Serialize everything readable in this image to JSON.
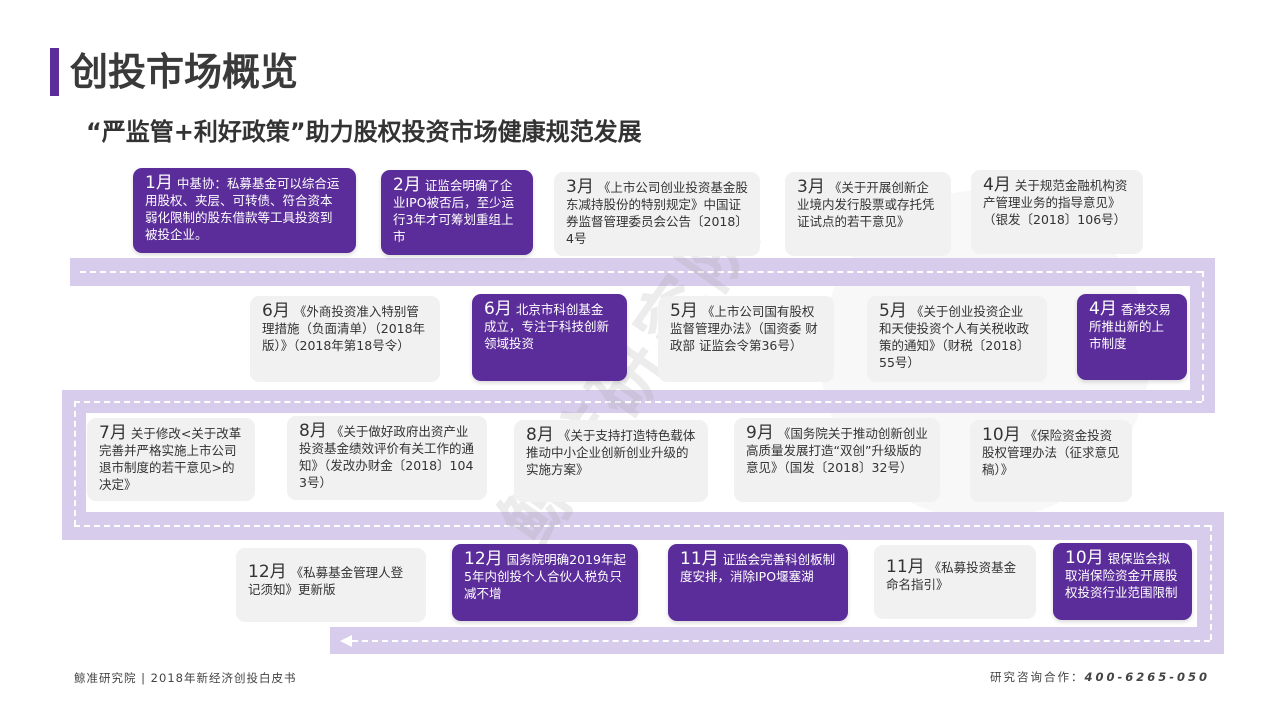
{
  "page": {
    "title": "创投市场概览",
    "subtitle": "“严监管+利好政策”助力股权投资市场健康规范发展",
    "watermark": "鲸准研究院"
  },
  "timeline": {
    "rows": [
      [
        {
          "month": "1月",
          "text": "中基协：私募基金可以综合运用股权、夹层、可转债、符合资本弱化限制的股东借款等工具投资到被投企业。",
          "style": "dark"
        },
        {
          "month": "2月",
          "text": "证监会明确了企业IPO被否后，至少运行3年才可筹划重组上市",
          "style": "dark"
        },
        {
          "month": "3月",
          "text": "《上市公司创业投资基金股东减持股份的特别规定》中国证券监督管理委员会公告〔2018〕4号",
          "style": "light"
        },
        {
          "month": "3月",
          "text": "《关于开展创新企业境内发行股票或存托凭证试点的若干意见》",
          "style": "light"
        },
        {
          "month": "4月",
          "text": "关于规范金融机构资产管理业务的指导意见》（银发〔2018〕106号）",
          "style": "light"
        }
      ],
      [
        {
          "month": "6月",
          "text": "《外商投资准入特别管理措施（负面清单）（2018年版）》（2018年第18号令）",
          "style": "light"
        },
        {
          "month": "6月",
          "text": "北京市科创基金成立，专注于科技创新领域投资",
          "style": "dark"
        },
        {
          "month": "5月",
          "text": "《上市公司国有股权监督管理办法》（国资委 财政部 证监会令第36号）",
          "style": "light"
        },
        {
          "month": "5月",
          "text": "《关于创业投资企业和天使投资个人有关税收政策的通知》（财税〔2018〕55号）",
          "style": "light"
        },
        {
          "month": "4月",
          "text": "香港交易所推出新的上市制度",
          "style": "dark"
        }
      ],
      [
        {
          "month": "7月",
          "text": "关于修改<关于改革完善并严格实施上市公司退市制度的若干意见>的决定》",
          "style": "light"
        },
        {
          "month": "8月",
          "text": "《关于做好政府出资产业投资基金绩效评价有关工作的通知》（发改办财金〔2018〕1043号）",
          "style": "light"
        },
        {
          "month": "8月",
          "text": "《关于支持打造特色载体推动中小企业创新创业升级的实施方案》",
          "style": "light"
        },
        {
          "month": "9月",
          "text": "《国务院关于推动创新创业高质量发展打造“双创”升级版的意见》（国发〔2018〕32号）",
          "style": "light"
        },
        {
          "month": "10月",
          "text": "《保险资金投资股权管理办法（征求意见稿）》",
          "style": "light"
        }
      ],
      [
        {
          "month": "12月",
          "text": "《私募基金管理人登记须知》更新版",
          "style": "light"
        },
        {
          "month": "12月",
          "text": "国务院明确2019年起5年内创投个人合伙人税负只减不增",
          "style": "dark"
        },
        {
          "month": "11月",
          "text": "证监会完善科创板制度安排，消除IPO堰塞湖",
          "style": "dark"
        },
        {
          "month": "11月",
          "text": "《私募投资基金命名指引》",
          "style": "light"
        },
        {
          "month": "10月",
          "text": "银保监会拟取消保险资金开展股权投资行业范围限制",
          "style": "dark"
        }
      ]
    ]
  },
  "footer": {
    "left": "鲸准研究院 | 2018年新经济创投白皮书",
    "contact_label": "研究咨询合作：",
    "phone": "400-6265-050"
  },
  "colors": {
    "accent": "#5b2d9a",
    "track": "#d8ccec",
    "light_box": "#f1f1f1"
  }
}
